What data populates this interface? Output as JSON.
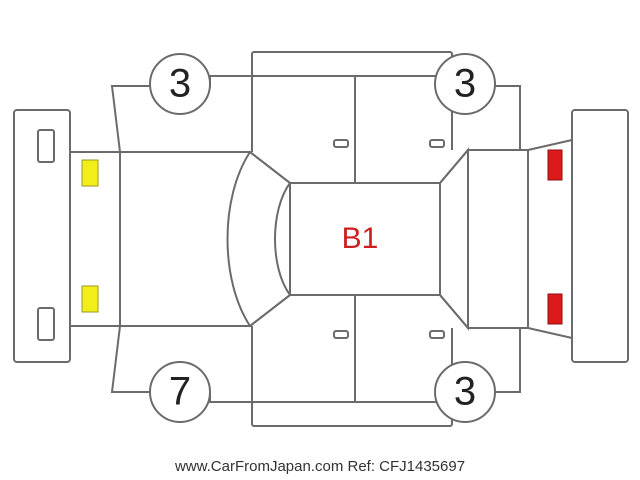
{
  "diagram": {
    "center_code": "B1",
    "corner_grades": {
      "front_left": "3",
      "front_right": "3",
      "rear_left": "7",
      "rear_right": "3"
    },
    "colors": {
      "outline": "#6b6b6b",
      "amber_lights": "#f2ee1a",
      "red_lights": "#dd1a1a",
      "center_code": "#cc1f1f"
    }
  },
  "footer": {
    "watermark": "www.CarFromJapan.com Ref: CFJ1435697"
  }
}
